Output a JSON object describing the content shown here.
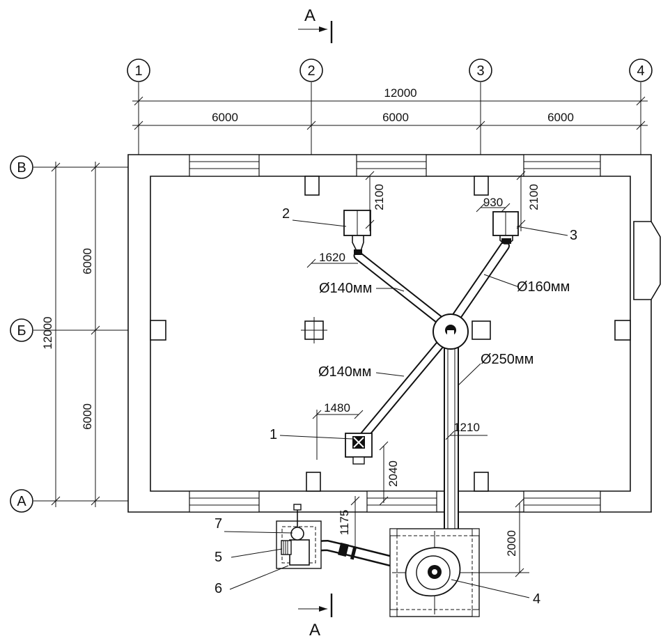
{
  "section_marks": {
    "top": "А",
    "bottom": "А"
  },
  "axes": {
    "vertical": [
      "1",
      "2",
      "3",
      "4"
    ],
    "horizontal": [
      "В",
      "Б",
      "А"
    ]
  },
  "dimensions": {
    "overall_horizontal": "12000",
    "bay_1_2": "6000",
    "bay_2_3": "6000",
    "bay_3_4": "6000",
    "overall_vertical": "12000",
    "bay_V_B": "6000",
    "bay_B_A": "6000",
    "hood2_offset_y": "2100",
    "hood2_offset_x": "1620",
    "hood3_offset_x": "930",
    "hood3_offset_y": "2100",
    "hood1_offset_x": "1480",
    "hood1_offset_y": "2040",
    "riser_offset": "1210",
    "fan_offset": "1175",
    "fan_chamber_offset": "2000"
  },
  "ducts": {
    "branch_hood2": "Ø140мм",
    "branch_hood3": "Ø160мм",
    "branch_hood1": "Ø140мм",
    "main_duct": "Ø250мм"
  },
  "callouts": [
    "1",
    "2",
    "3",
    "4",
    "5",
    "6",
    "7"
  ],
  "colors": {
    "ink": "#111111",
    "paper": "#ffffff"
  }
}
